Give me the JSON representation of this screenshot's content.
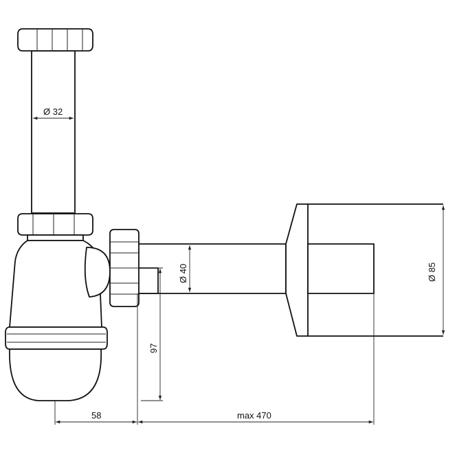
{
  "dimensions": {
    "inlet_diameter": "Ø 32",
    "outlet_diameter": "Ø 40",
    "wall_rosette_diameter": "Ø 85",
    "height": "97",
    "offset": "58",
    "max_length": "max 470"
  },
  "colors": {
    "line": "#111111",
    "background": "#ffffff"
  }
}
